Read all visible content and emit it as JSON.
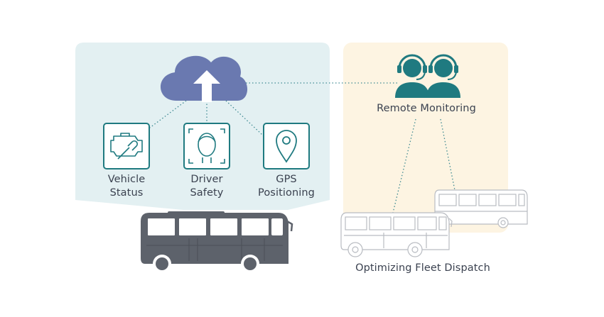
{
  "features": [
    {
      "name": "vehicle-status",
      "icon": "engine-wrench-icon",
      "line1": "Vehicle",
      "line2": "Status"
    },
    {
      "name": "driver-safety",
      "icon": "face-scan-icon",
      "line1": "Driver",
      "line2": "Safety"
    },
    {
      "name": "gps-positioning",
      "icon": "location-pin-icon",
      "line1": "GPS",
      "line2": "Positioning"
    }
  ],
  "monitoring": {
    "label": "Remote Monitoring",
    "icon": "headset-operators-icon"
  },
  "fleet": {
    "label": "Optimizing Fleet Dispatch"
  },
  "colors": {
    "panel_left": "#e3f0f2",
    "panel_right": "#fdf4e2",
    "cloud": "#6a79b0",
    "teal": "#1f7a80",
    "bus": "#5d626b",
    "outline_bus": "#b9bcc2"
  }
}
